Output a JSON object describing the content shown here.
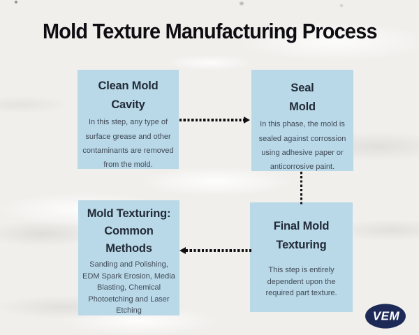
{
  "title": "Mold Texture Manufacturing Process",
  "boxes": [
    {
      "name": "clean-mold-cavity",
      "heading": "Clean Mold\nCavity",
      "body": "In this step, any type of\nsurface grease and other\ncontaminants are removed\nfrom the mold."
    },
    {
      "name": "seal-mold",
      "heading": "Seal\nMold",
      "body": "In this phase, the mold is\nsealed against corrossion\nusing adhesive paper or\nanticorrosive paint."
    },
    {
      "name": "mold-texturing-common-methods",
      "heading": "Mold Texturing:\nCommon\nMethods",
      "body": "Sanding and Polishing,\nEDM Spark Erosion, Media\nBlasting, Chemical\nPhotoetching and Laser\nEtching"
    },
    {
      "name": "final-mold-texturing",
      "heading": "Final Mold\nTexturing",
      "body": "This step is entirely\ndependent upon the\nrequired part texture."
    }
  ],
  "logo": {
    "text": "VEM"
  },
  "colors": {
    "page_bg": "#f0efec",
    "box_bg": "#b9d8e8",
    "heading": "#222b38",
    "body": "#414b57",
    "title": "#0d0d12",
    "arrow": "#101013",
    "logo_bg": "#1d2a57",
    "logo_text": "#ffffff"
  }
}
